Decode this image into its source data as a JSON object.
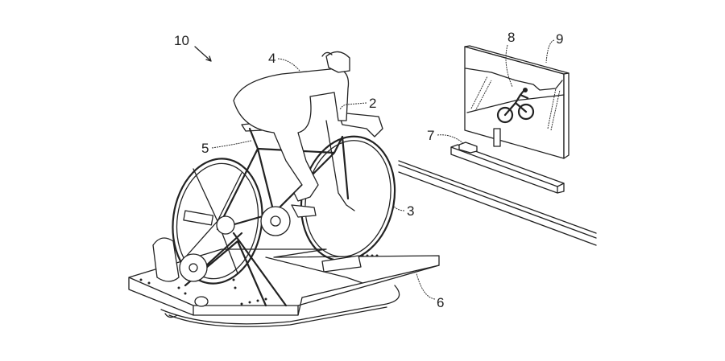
{
  "figure": {
    "reference_numerals": {
      "system": "10",
      "bicycle": "2",
      "front_wheel": "3",
      "rider": "4",
      "saddle_sensor": "5",
      "platform": "6",
      "console": "7",
      "avatar": "8",
      "display": "9"
    }
  }
}
